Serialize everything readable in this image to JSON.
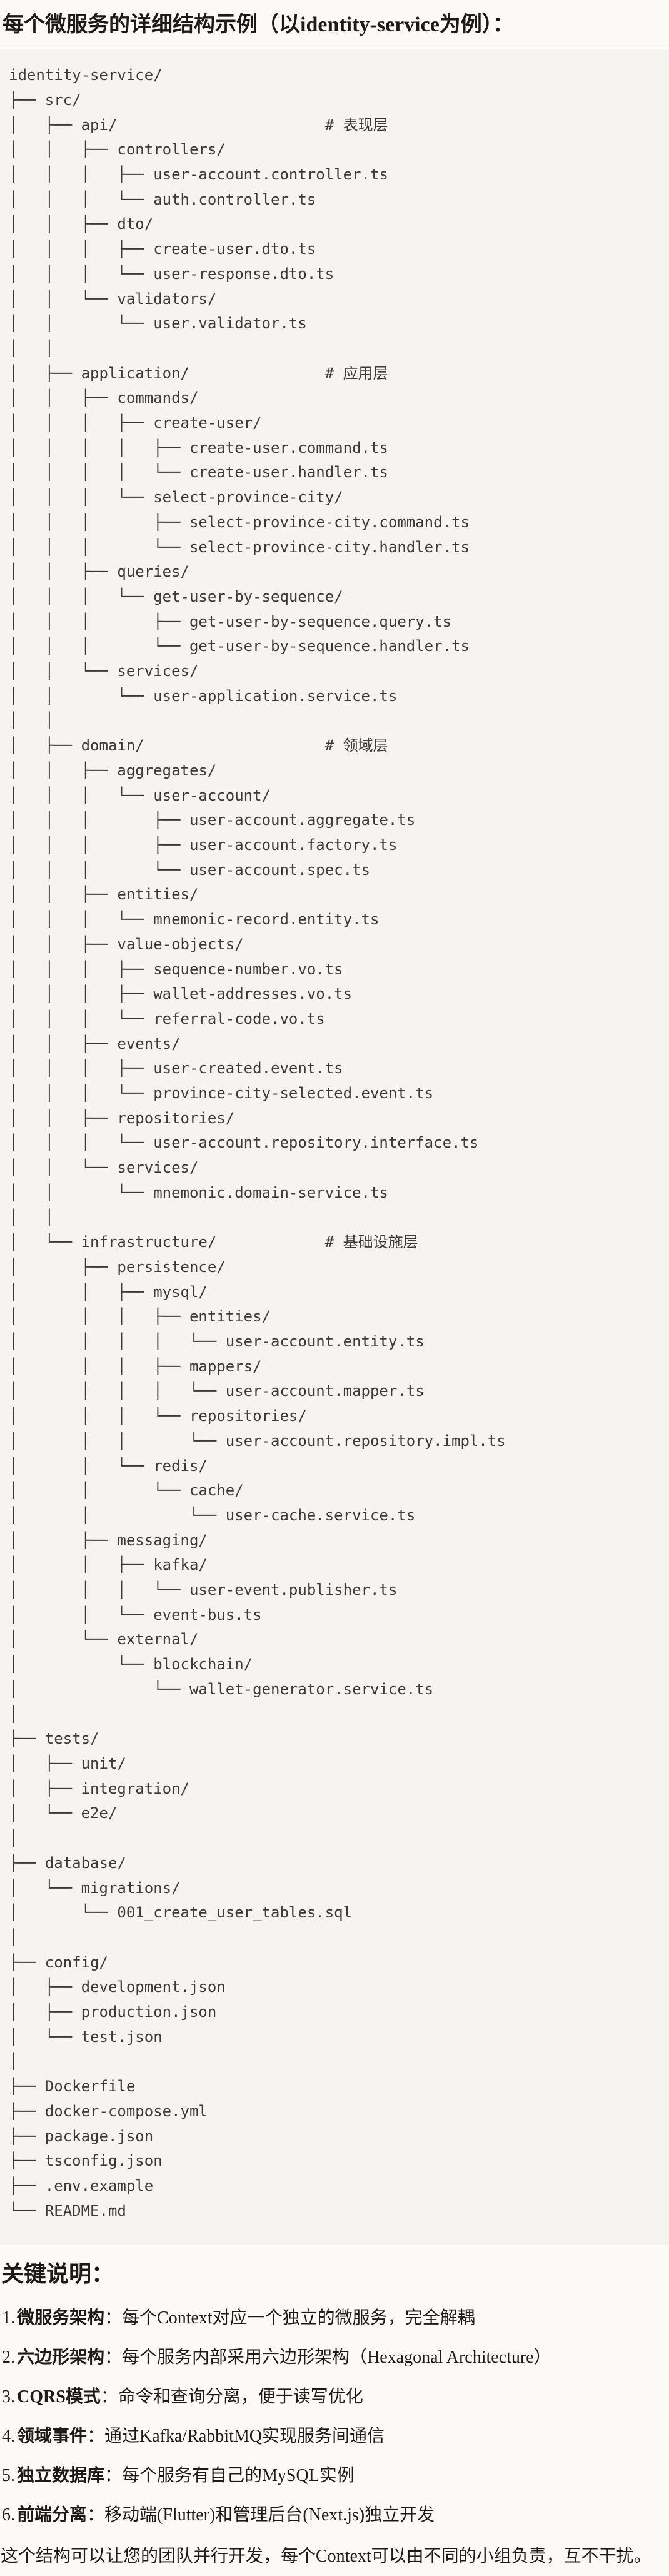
{
  "title": "每个微服务的详细结构示例（以identity-service为例）：",
  "colors": {
    "page_bg": "#fbfaf6",
    "code_bg": "#f5f4ee",
    "code_border": "#e3e1d8",
    "code_text": "#3b3a36",
    "body_text": "#1c1b18"
  },
  "tree": {
    "layer_comments": [
      "# 表现层",
      "# 应用层",
      "# 领域层",
      "# 基础设施层"
    ],
    "lines": [
      "identity-service/",
      "├── src/",
      "│   ├── api/                       # 表现层",
      "│   │   ├── controllers/",
      "│   │   │   ├── user-account.controller.ts",
      "│   │   │   └── auth.controller.ts",
      "│   │   ├── dto/",
      "│   │   │   ├── create-user.dto.ts",
      "│   │   │   └── user-response.dto.ts",
      "│   │   └── validators/",
      "│   │       └── user.validator.ts",
      "│   │",
      "│   ├── application/               # 应用层",
      "│   │   ├── commands/",
      "│   │   │   ├── create-user/",
      "│   │   │   │   ├── create-user.command.ts",
      "│   │   │   │   └── create-user.handler.ts",
      "│   │   │   └── select-province-city/",
      "│   │   │       ├── select-province-city.command.ts",
      "│   │   │       └── select-province-city.handler.ts",
      "│   │   ├── queries/",
      "│   │   │   └── get-user-by-sequence/",
      "│   │   │       ├── get-user-by-sequence.query.ts",
      "│   │   │       └── get-user-by-sequence.handler.ts",
      "│   │   └── services/",
      "│   │       └── user-application.service.ts",
      "│   │",
      "│   ├── domain/                    # 领域层",
      "│   │   ├── aggregates/",
      "│   │   │   └── user-account/",
      "│   │   │       ├── user-account.aggregate.ts",
      "│   │   │       ├── user-account.factory.ts",
      "│   │   │       └── user-account.spec.ts",
      "│   │   ├── entities/",
      "│   │   │   └── mnemonic-record.entity.ts",
      "│   │   ├── value-objects/",
      "│   │   │   ├── sequence-number.vo.ts",
      "│   │   │   ├── wallet-addresses.vo.ts",
      "│   │   │   └── referral-code.vo.ts",
      "│   │   ├── events/",
      "│   │   │   ├── user-created.event.ts",
      "│   │   │   └── province-city-selected.event.ts",
      "│   │   ├── repositories/",
      "│   │   │   └── user-account.repository.interface.ts",
      "│   │   └── services/",
      "│   │       └── mnemonic.domain-service.ts",
      "│   │",
      "│   └── infrastructure/            # 基础设施层",
      "│       ├── persistence/",
      "│       │   ├── mysql/",
      "│       │   │   ├── entities/",
      "│       │   │   │   └── user-account.entity.ts",
      "│       │   │   ├── mappers/",
      "│       │   │   │   └── user-account.mapper.ts",
      "│       │   │   └── repositories/",
      "│       │   │       └── user-account.repository.impl.ts",
      "│       │   └── redis/",
      "│       │       └── cache/",
      "│       │           └── user-cache.service.ts",
      "│       ├── messaging/",
      "│       │   ├── kafka/",
      "│       │   │   └── user-event.publisher.ts",
      "│       │   └── event-bus.ts",
      "│       └── external/",
      "│           └── blockchain/",
      "│               └── wallet-generator.service.ts",
      "│",
      "├── tests/",
      "│   ├── unit/",
      "│   ├── integration/",
      "│   └── e2e/",
      "│",
      "├── database/",
      "│   └── migrations/",
      "│       └── 001_create_user_tables.sql",
      "│",
      "├── config/",
      "│   ├── development.json",
      "│   ├── production.json",
      "│   └── test.json",
      "│",
      "├── Dockerfile",
      "├── docker-compose.yml",
      "├── package.json",
      "├── tsconfig.json",
      "├── .env.example",
      "└── README.md"
    ]
  },
  "notes": {
    "heading": "关键说明：",
    "items": [
      {
        "num": "1.",
        "term": "微服务架构",
        "desc": "：每个Context对应一个独立的微服务，完全解耦"
      },
      {
        "num": "2.",
        "term": "六边形架构",
        "desc": "：每个服务内部采用六边形架构（Hexagonal Architecture）"
      },
      {
        "num": "3.",
        "term": "CQRS模式",
        "desc": "：命令和查询分离，便于读写优化"
      },
      {
        "num": "4.",
        "term": "领域事件",
        "desc": "：通过Kafka/RabbitMQ实现服务间通信"
      },
      {
        "num": "5.",
        "term": "独立数据库",
        "desc": "：每个服务有自己的MySQL实例"
      },
      {
        "num": "6.",
        "term": "前端分离",
        "desc": "：移动端(Flutter)和管理后台(Next.js)独立开发"
      }
    ]
  },
  "footer": "这个结构可以让您的团队并行开发，每个Context可以由不同的小组负责，互不干扰。"
}
